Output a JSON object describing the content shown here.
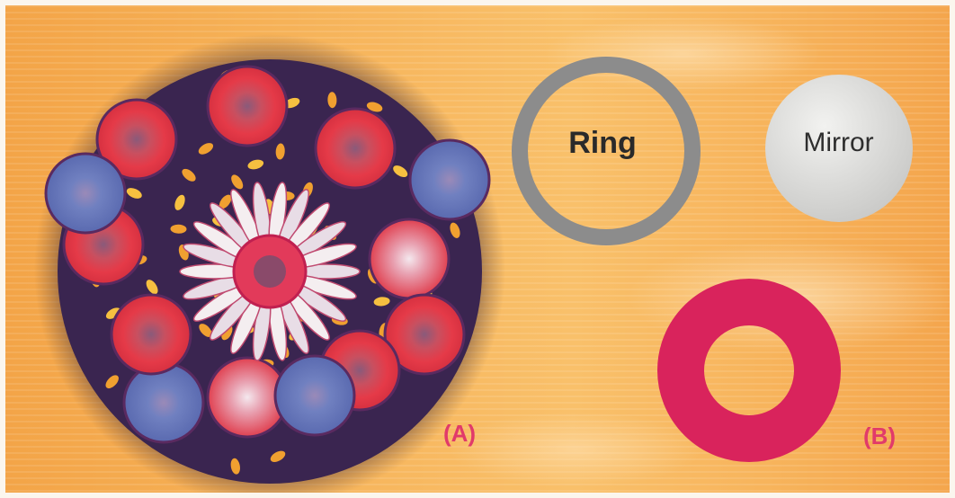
{
  "figure": {
    "panel_a": {
      "label": "(A)",
      "image": "kaleidoscope-pattern"
    },
    "panel_b": {
      "label": "(B)",
      "ring_label": "Ring",
      "mirror_label": "Mirror",
      "colors": {
        "ring": "#8c8c8c",
        "mirror": "#dcdcdc",
        "disc": "#d9235c",
        "text_accent": "#e13a6a"
      }
    }
  }
}
